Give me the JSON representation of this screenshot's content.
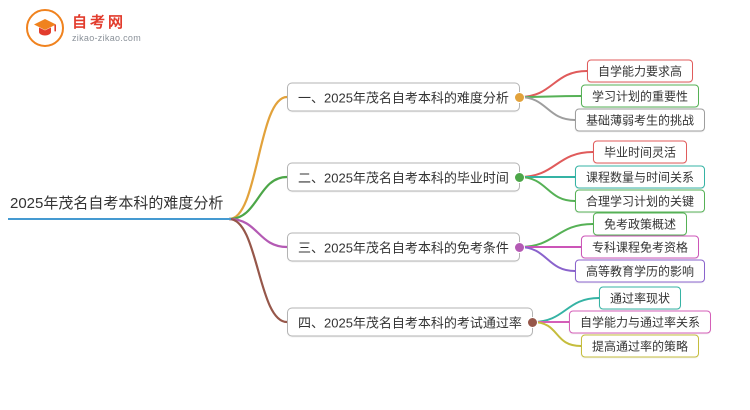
{
  "logo": {
    "name": "自考网",
    "domain": "zikao-zikao.com",
    "ring_color": "#f0821e",
    "cap_color": "#f0821e",
    "accent_color": "#e23c2d"
  },
  "root": {
    "label": "2025年茂名自考本科的难度分析",
    "underline_color": "#459ad1"
  },
  "branches": [
    {
      "label": "一、2025年茂名自考本科的难度分析",
      "color": "#e2a23b",
      "children": [
        {
          "label": "自学能力要求高",
          "color": "#e05b5b"
        },
        {
          "label": "学习计划的重要性",
          "color": "#56b156"
        },
        {
          "label": "基础薄弱考生的挑战",
          "color": "#9e9e9e"
        }
      ]
    },
    {
      "label": "二、2025年茂名自考本科的毕业时间",
      "color": "#4ca648",
      "children": [
        {
          "label": "毕业时间灵活",
          "color": "#e05b5b"
        },
        {
          "label": "课程数量与时间关系",
          "color": "#35b3a4"
        },
        {
          "label": "合理学习计划的关键",
          "color": "#56b156"
        }
      ]
    },
    {
      "label": "三、2025年茂名自考本科的免考条件",
      "color": "#b45ab4",
      "children": [
        {
          "label": "免考政策概述",
          "color": "#56b156"
        },
        {
          "label": "专科课程免考资格",
          "color": "#cc55b8"
        },
        {
          "label": "高等教育学历的影响",
          "color": "#8a63cc"
        }
      ]
    },
    {
      "label": "四、2025年茂名自考本科的考试通过率",
      "color": "#96574a",
      "children": [
        {
          "label": "通过率现状",
          "color": "#35b3a4"
        },
        {
          "label": "自学能力与通过率关系",
          "color": "#d45fb8"
        },
        {
          "label": "提高通过率的策略",
          "color": "#c5bd3c"
        }
      ]
    }
  ]
}
